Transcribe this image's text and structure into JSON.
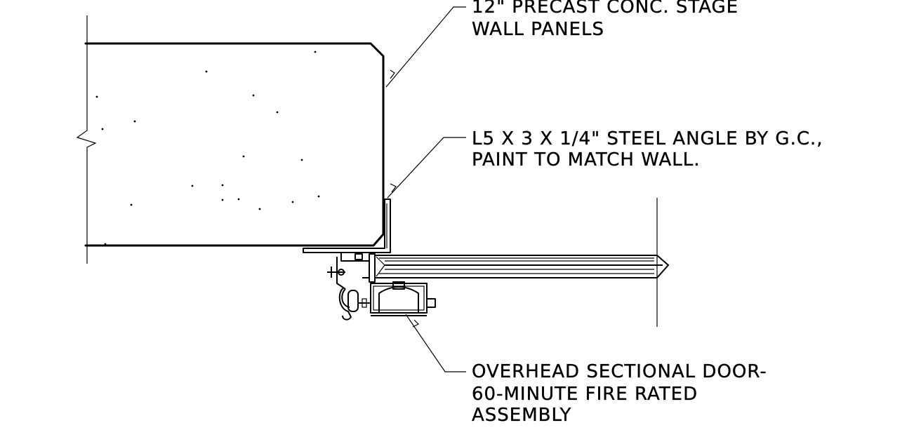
{
  "callouts": {
    "wall_panels": {
      "line1": "12\" PRECAST CONC. STAGE",
      "line2": "WALL PANELS"
    },
    "steel_angle": {
      "line1": "L5 X 3 X 1/4\" STEEL ANGLE BY G.C.,",
      "line2": "PAINT TO MATCH WALL."
    },
    "overhead_door": {
      "line1": "OVERHEAD SECTIONAL DOOR-",
      "line2": "60-MINUTE FIRE RATED",
      "line3": "ASSEMBLY"
    }
  }
}
